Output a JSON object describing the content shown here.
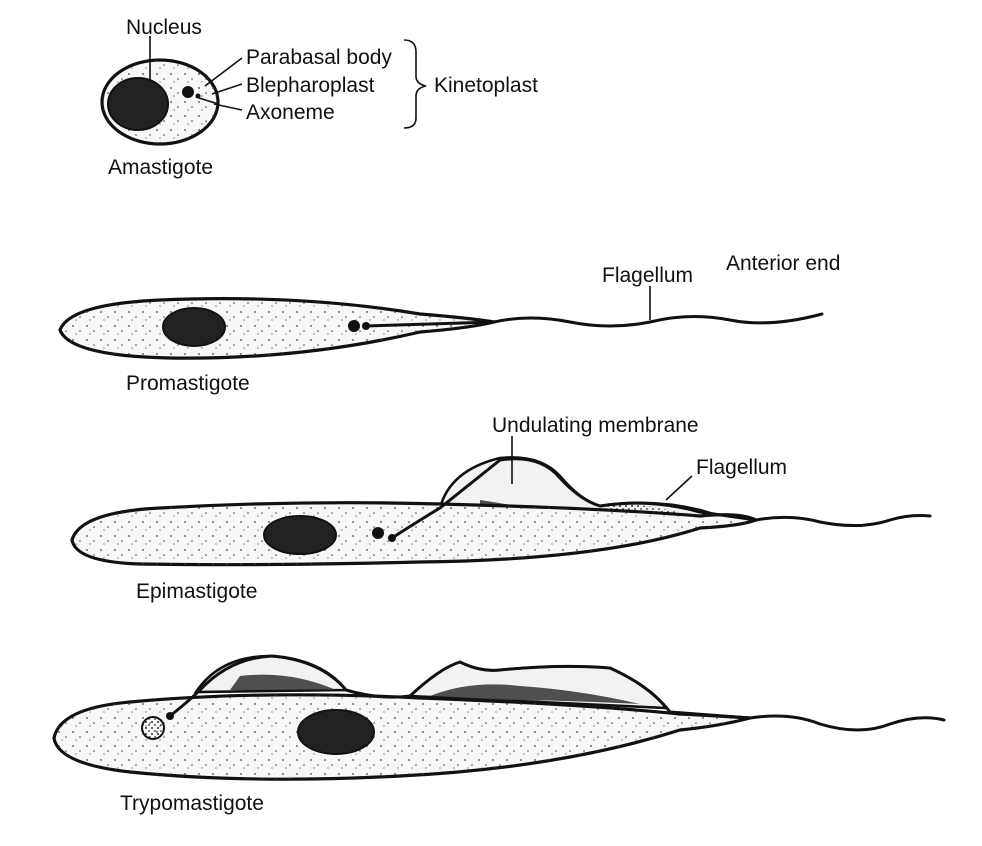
{
  "labels": {
    "nucleus": "Nucleus",
    "parabasal_body": "Parabasal body",
    "blepharoplast": "Blepharoplast",
    "axoneme": "Axoneme",
    "kinetoplast": "Kinetoplast",
    "amastigote": "Amastigote",
    "flagellum_top": "Flagellum",
    "anterior_end": "Anterior end",
    "promastigote": "Promastigote",
    "undulating_membrane": "Undulating membrane",
    "flagellum_mid": "Flagellum",
    "epimastigote": "Epimastigote",
    "trypomastigote": "Trypomastigote"
  }
}
